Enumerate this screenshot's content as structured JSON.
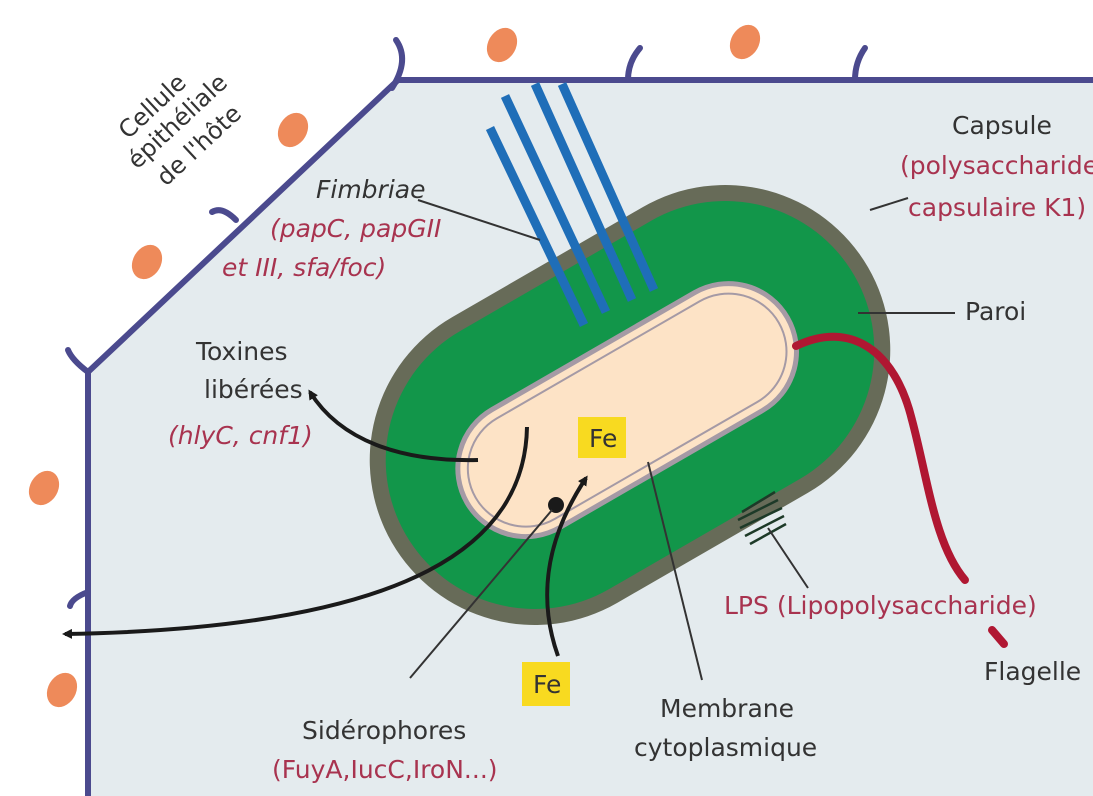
{
  "colors": {
    "host_cell_fill": "#e4ebee",
    "host_cell_border": "#4b4a8e",
    "nucleus": "#ee8a5a",
    "capsule": "#676b58",
    "cell_wall": "#12964a",
    "cytoplasm": "#fde3c6",
    "membrane": "#a59aa5",
    "fimbriae": "#1f6eb8",
    "flagellum": "#b01732",
    "iron_box": "#f8da20",
    "red_text": "#a8334f",
    "dark_text": "#333333"
  },
  "labels": {
    "host_cell": [
      "Cellule",
      "épithéliale",
      "de l'hôte"
    ],
    "capsule": "Capsule",
    "capsule_genes": [
      "(polysaccharide",
      "capsulaire K1)"
    ],
    "fimbriae": "Fimbriae",
    "fimbriae_genes": [
      "(papC, papGII",
      "et III, sfa/foc)"
    ],
    "wall": "Paroi",
    "toxins": [
      "Toxines",
      "libérées"
    ],
    "toxins_genes": "(hlyC, cnf1)",
    "iron": "Fe",
    "lps": "LPS (Lipopolysaccharide)",
    "flagellum": "Flagelle",
    "siderophores": "Sidérophores",
    "siderophores_genes": "(FuyA,IucC,IroN...)",
    "membrane": [
      "Membrane",
      "cytoplasmique"
    ]
  }
}
